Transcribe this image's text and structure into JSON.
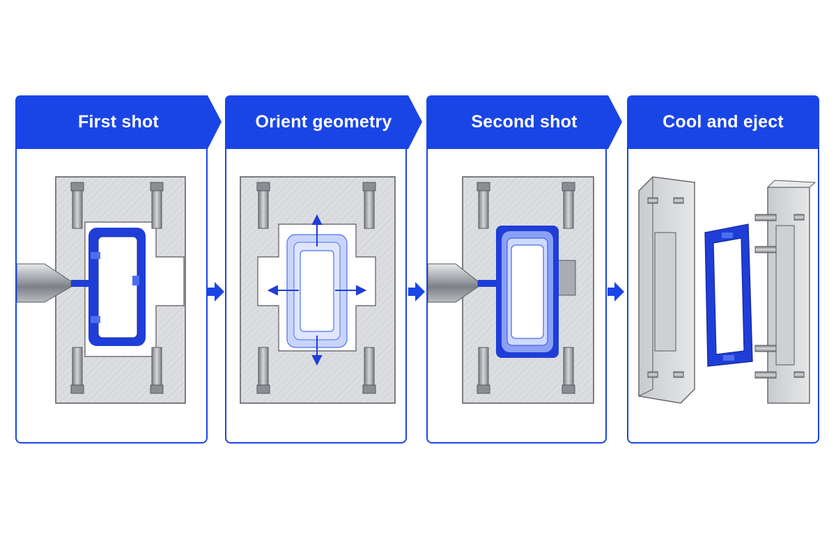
{
  "steps": [
    {
      "title": "First shot"
    },
    {
      "title": "Orient geometry"
    },
    {
      "title": "Second shot"
    },
    {
      "title": "Cool and eject"
    }
  ],
  "colors": {
    "accent": "#1a45e6",
    "part_blue": "#1f3ed8",
    "mold_gray": "#d9dadd",
    "mold_stroke": "#55585d"
  }
}
